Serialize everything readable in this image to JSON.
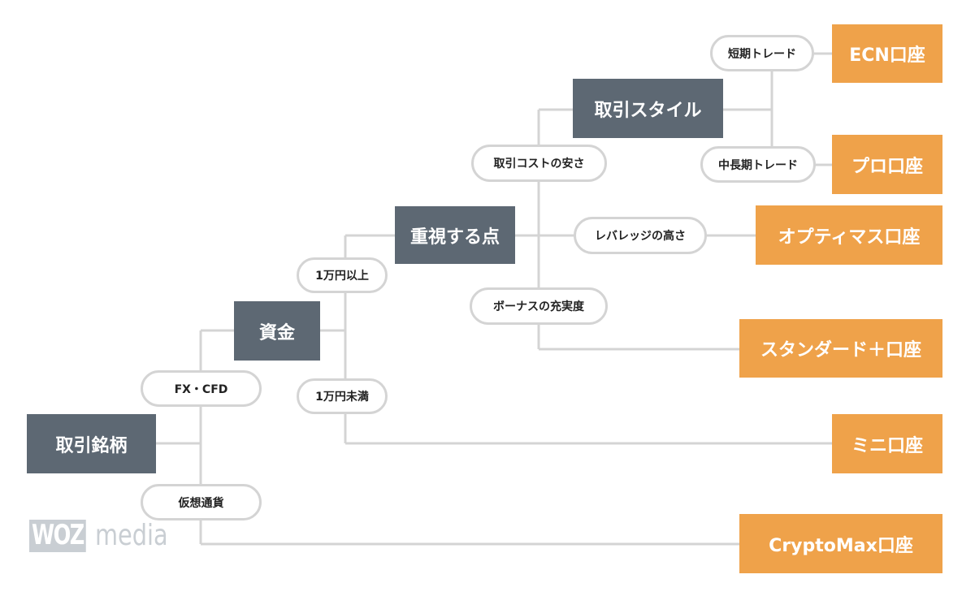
{
  "roots": {
    "toribiki_meigara": "取引銘柄",
    "shikin": "資金",
    "juushi": "重視する点",
    "toribiki_style": "取引スタイル"
  },
  "edges": {
    "fx_cfd": "FX・CFD",
    "kasou": "仮想通貨",
    "over_10k": "1万円以上",
    "under_10k": "1万円未満",
    "cost": "取引コストの安さ",
    "leverage": "レバレッジの高さ",
    "bonus": "ボーナスの充実度",
    "short_term": "短期トレード",
    "mid_long_term": "中長期トレード"
  },
  "results": {
    "ecn": "ECN口座",
    "pro": "プロ口座",
    "optimus": "オプティマス口座",
    "standard_plus": "スタンダード＋口座",
    "mini": "ミニ口座",
    "cryptomax": "CryptoMax口座"
  },
  "logo": {
    "box_text": "WOZ",
    "text": "media"
  },
  "colors": {
    "decision": "#5d6873",
    "result": "#efa24a",
    "connector": "#d4d4d4"
  }
}
